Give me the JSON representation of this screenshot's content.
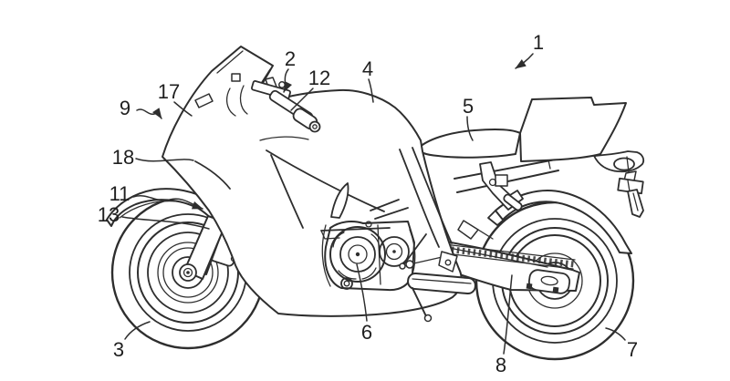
{
  "figure": {
    "background_color": "#ffffff",
    "line_color": "#2e2e2e",
    "label_color": "#1f1f1f"
  },
  "labels": {
    "n1": {
      "text": "1"
    },
    "n2": {
      "text": "2"
    },
    "n3": {
      "text": "3"
    },
    "n4": {
      "text": "4"
    },
    "n5": {
      "text": "5"
    },
    "n6": {
      "text": "6"
    },
    "n7": {
      "text": "7"
    },
    "n8": {
      "text": "8"
    },
    "n9": {
      "text": "9"
    },
    "n11": {
      "text": "11"
    },
    "n12": {
      "text": "12"
    },
    "n13": {
      "text": "13"
    },
    "n17": {
      "text": "17"
    },
    "n18": {
      "text": "18"
    }
  }
}
